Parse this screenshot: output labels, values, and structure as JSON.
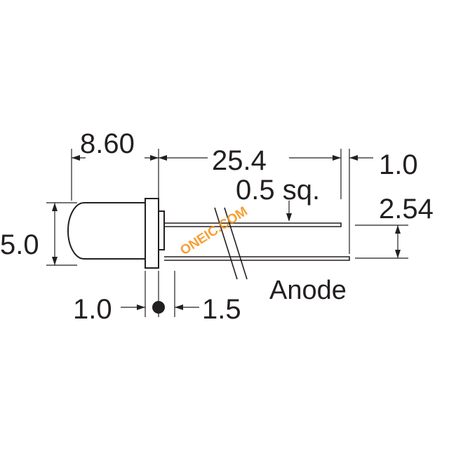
{
  "dimensions": {
    "body_length": "8.60",
    "lead_length": "25.4",
    "lead_size": "0.5 sq.",
    "lead_end": "1.0",
    "lead_spacing": "2.54",
    "diameter": "5.0",
    "flange": "1.0",
    "flange_offset": "1.5"
  },
  "labels": {
    "anode": "Anode"
  },
  "watermark": "ONEIC.COM",
  "colors": {
    "ink": "#231f20",
    "watermark": "#f7941d"
  }
}
